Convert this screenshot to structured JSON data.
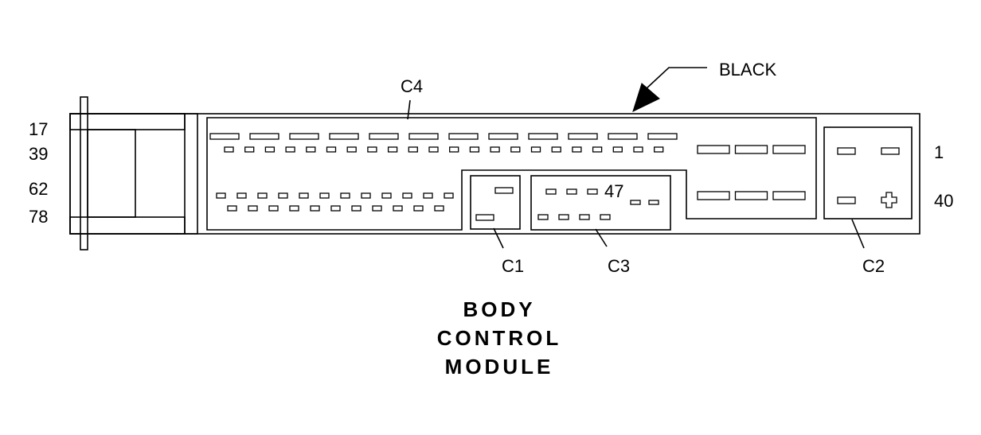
{
  "labels": {
    "connector_c4": "C4",
    "connector_c1": "C1",
    "connector_c3": "C3",
    "connector_c2": "C2",
    "color": "BLACK",
    "pin_17": "17",
    "pin_39": "39",
    "pin_62": "62",
    "pin_78": "78",
    "pin_1": "1",
    "pin_40": "40",
    "pin_47": "47"
  },
  "title": {
    "line1": "BODY",
    "line2": "CONTROL",
    "line3": "MODULE"
  }
}
